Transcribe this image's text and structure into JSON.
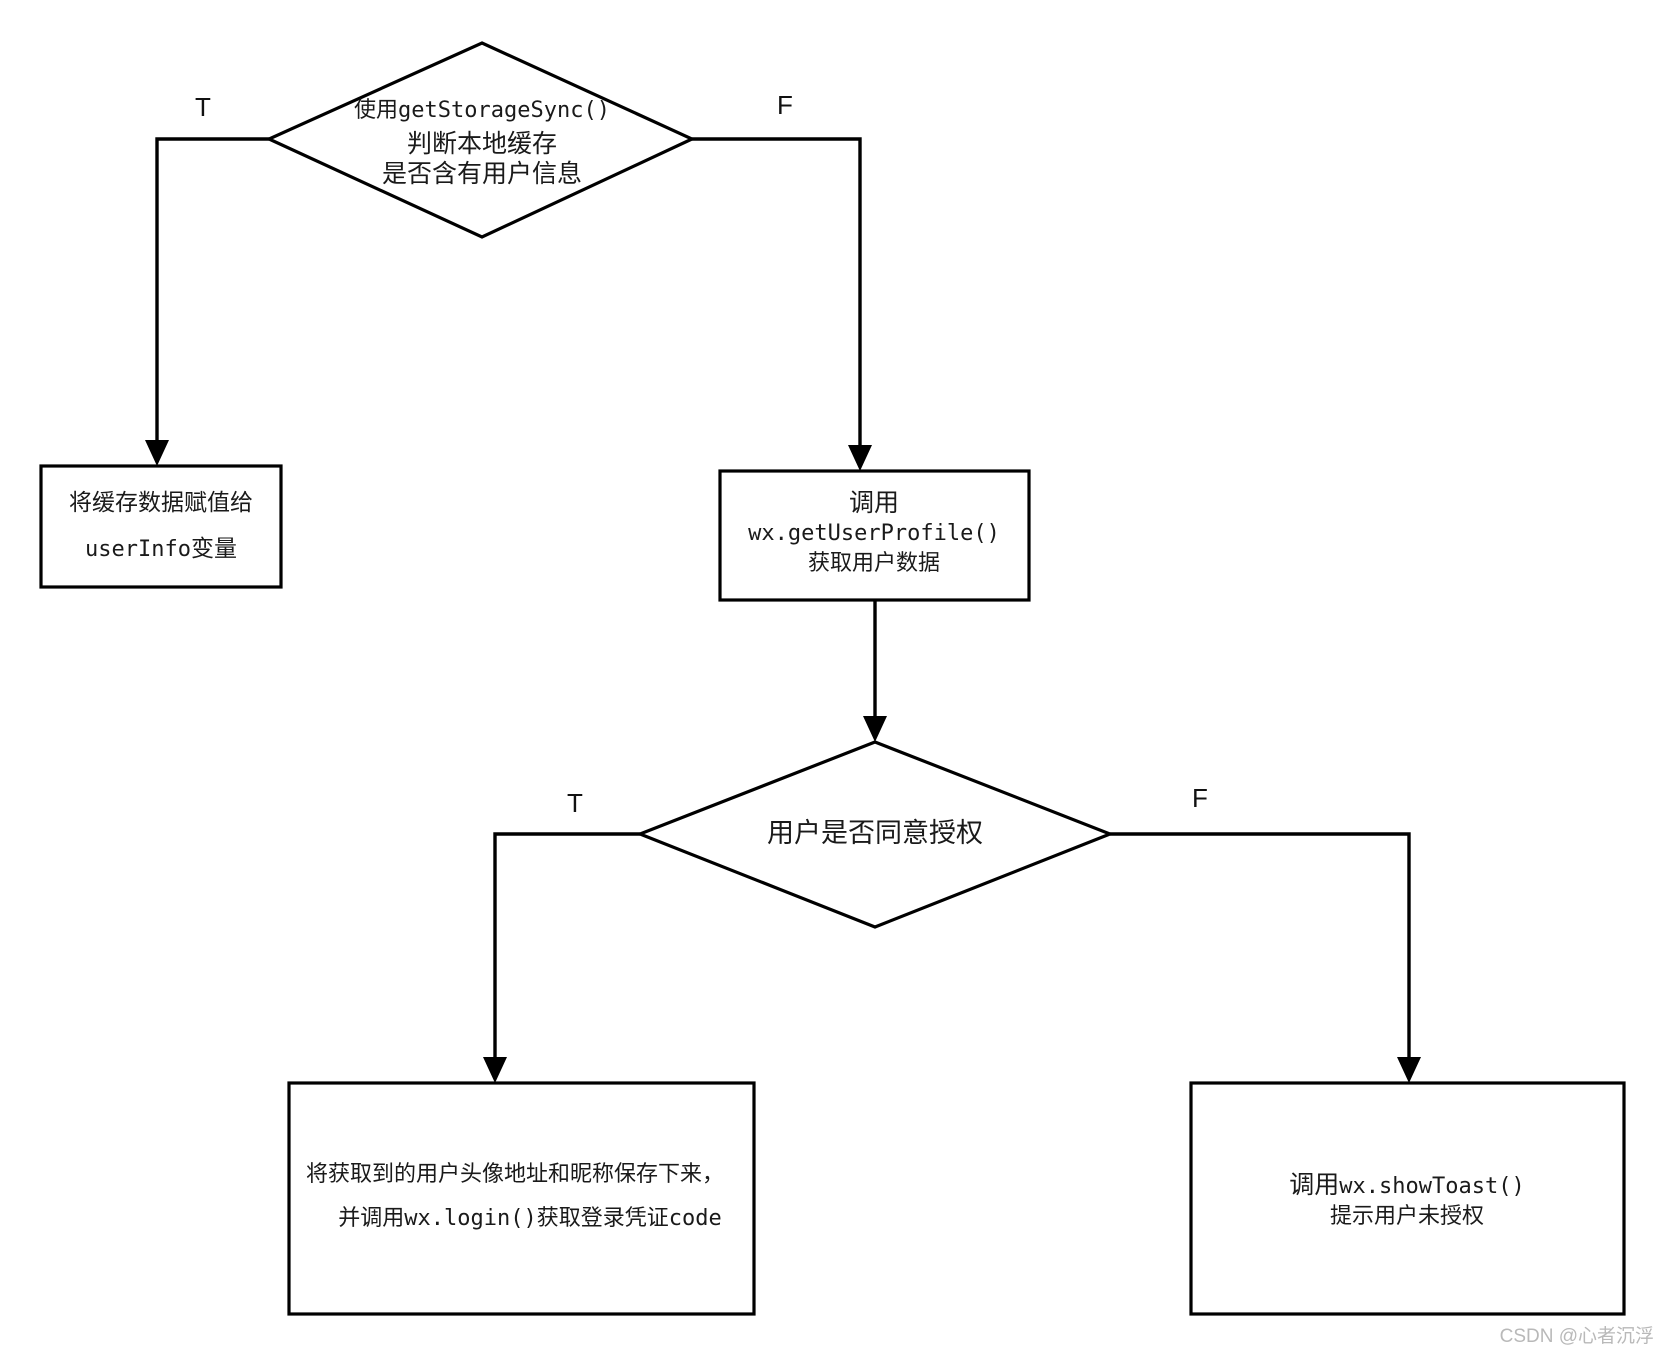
{
  "nodes": {
    "check_cache": {
      "pre": "使用",
      "code": "getStorageSync()",
      "line2": "判断本地缓存",
      "line3": "是否含有用户信息"
    },
    "assign_cache": {
      "line1": "将缓存数据赋值给",
      "code": "userInfo",
      "post": "变量"
    },
    "get_profile": {
      "line1": "调用",
      "code": "wx.getUserProfile()",
      "line3": "获取用户数据"
    },
    "check_auth": {
      "text": "用户是否同意授权"
    },
    "save_login": {
      "line1": "将获取到的用户头像地址和昵称保存下来，",
      "pre": "并调用",
      "code": "wx.login()",
      "mid": "获取登录凭证",
      "code2": "code"
    },
    "toast": {
      "pre": "调用",
      "code": "wx.showToast()",
      "line2": "提示用户未授权"
    }
  },
  "edges": {
    "cache_true": "T",
    "cache_false": "F",
    "auth_true": "T",
    "auth_false": "F"
  },
  "watermark": "CSDN @心者沉浮"
}
